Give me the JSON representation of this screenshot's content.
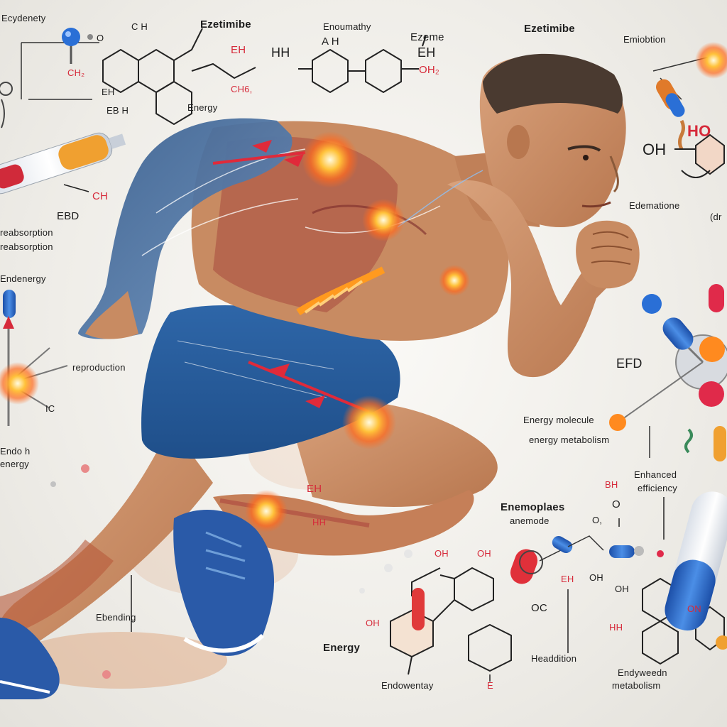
{
  "labels": {
    "ezetimibe_1": "Ezetimibe",
    "ezetimibe_2": "Ezetimibe",
    "ecydenety": "Ecydenety",
    "enoumathy": "Enoumathy",
    "ezeme": "Ezeme",
    "emiobtion": "Emiobtion",
    "energy_tl": "Energy",
    "hh": "HH",
    "a_h": "A   H",
    "eh_top": "EH",
    "eh_top2": "EH",
    "eh_left": "EH",
    "eb_h": "EB  H",
    "ebd": "EBD",
    "ch_left": "CH",
    "ch2": "CH₂",
    "ch6": "CH6,",
    "ch_o": "O",
    "o_h_top": "C  H",
    "oh2": "OH₂",
    "ho_right": "HO",
    "oh_right": "OH",
    "absorption_1": "reabsorption",
    "absorption_2": "reabsorption",
    "endenergy": "Endenergy",
    "reproduction": "reproduction",
    "endo_h": "Endo h",
    "energy_low": "energy",
    "ic": "IC",
    "edematione": "Edematione",
    "dr": "(dr",
    "efd": "EFD",
    "energy_molecule": "Energy molecule",
    "energy_metabolism": "energy metabolism",
    "enhanced": "Enhanced",
    "efficiency": "efficiency",
    "enemoplaes": "Enemoplaes",
    "anemode": "anemode",
    "bh": "BH",
    "o_mid": "O",
    "o_small": "O,",
    "oh_mid1": "OH",
    "oh_mid2": "OH",
    "oh_mid3": "OH",
    "oh_mid4": "OH",
    "oh_mid5": "OH",
    "eh_mid": "EH",
    "oc": "OC",
    "hh_mid": "HH",
    "on": "ON",
    "ebending": "Ebending",
    "energy_bl": "Energy",
    "endownnthy": "Endowentay",
    "e_small": "E",
    "headdition": "Headdition",
    "endywedn": "Endyweedn",
    "metabolism_bottom": "metabolism",
    "leg_eh": "EH",
    "leg_hh": "HH"
  },
  "colors": {
    "accent_red": "#d62a3a",
    "molecule_blue": "#2a6fd6",
    "energy_orange": "#ff8a1f",
    "skin": "#c98d66",
    "shorts": "#2b5f9e",
    "shoe": "#2a5aa8"
  },
  "icons": [
    "flask-icon",
    "molecule-icon",
    "energy-burst-icon",
    "capsule-icon",
    "arrow-icon"
  ]
}
